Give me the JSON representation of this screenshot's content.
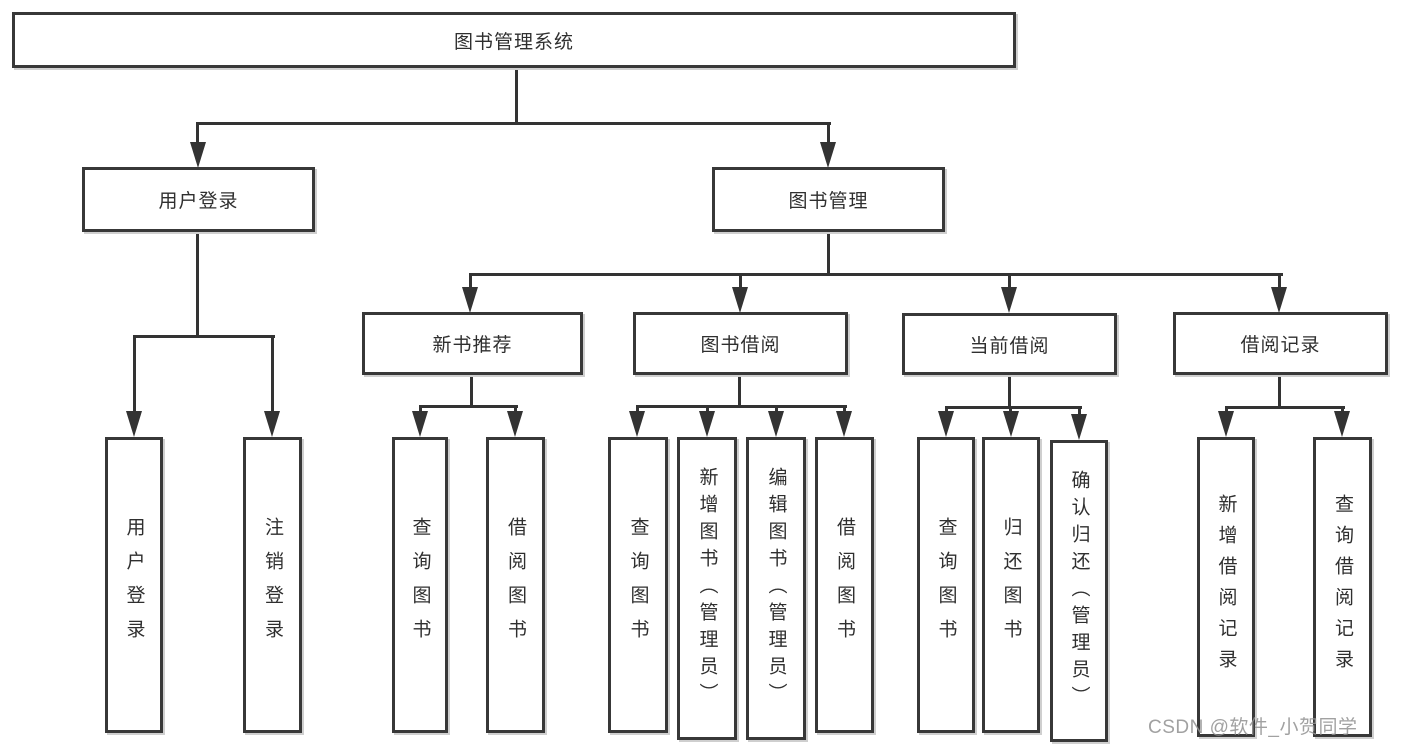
{
  "diagram": {
    "root": {
      "label": "图书管理系统"
    },
    "branches": [
      {
        "label": "用户登录",
        "children": [
          {
            "label": "用户登录"
          },
          {
            "label": "注销登录"
          }
        ]
      },
      {
        "label": "图书管理",
        "children": [
          {
            "label": "新书推荐",
            "children": [
              {
                "label": "查询图书"
              },
              {
                "label": "借阅图书"
              }
            ]
          },
          {
            "label": "图书借阅",
            "children": [
              {
                "label": "查询图书"
              },
              {
                "label": "新增图书（管理员）"
              },
              {
                "label": "编辑图书（管理员）"
              },
              {
                "label": "借阅图书"
              }
            ]
          },
          {
            "label": "当前借阅",
            "children": [
              {
                "label": "查询图书"
              },
              {
                "label": "归还图书"
              },
              {
                "label": "确认归还（管理员）"
              }
            ]
          },
          {
            "label": "借阅记录",
            "children": [
              {
                "label": "新增借阅记录"
              },
              {
                "label": "查询借阅记录"
              }
            ]
          }
        ]
      }
    ]
  },
  "watermark": "CSDN @软件_小贺同学"
}
